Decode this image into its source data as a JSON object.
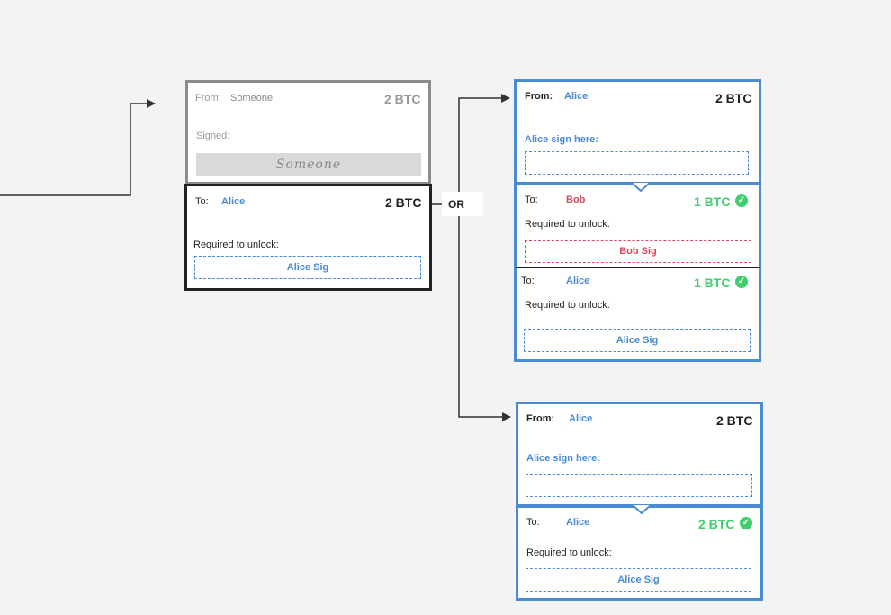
{
  "source_tx": {
    "from_label": "From:",
    "from_name": "Someone",
    "amount": "2 BTC",
    "signed_label": "Signed:",
    "signature": "Someone",
    "output": {
      "to_label": "To:",
      "to_name": "Alice",
      "amount": "2 BTC",
      "required_label": "Required to unlock:",
      "sig": "Alice Sig"
    }
  },
  "or_label": "OR",
  "tx_a": {
    "from_label": "From:",
    "from_name": "Alice",
    "amount": "2 BTC",
    "sign_here": "Alice sign here:",
    "outputs": [
      {
        "to_label": "To:",
        "to_name": "Bob",
        "amount": "1 BTC",
        "required_label": "Required to unlock:",
        "sig": "Bob Sig"
      },
      {
        "to_label": "To:",
        "to_name": "Alice",
        "amount": "1 BTC",
        "required_label": "Required to unlock:",
        "sig": "Alice Sig"
      }
    ]
  },
  "tx_b": {
    "from_label": "From:",
    "from_name": "Alice",
    "amount": "2 BTC",
    "sign_here": "Alice sign here:",
    "output": {
      "to_label": "To:",
      "to_name": "Alice",
      "amount": "2 BTC",
      "required_label": "Required to unlock:",
      "sig": "Alice Sig"
    }
  },
  "colors": {
    "blue": "#4a8bd3",
    "green": "#3fcf6c",
    "red": "#d9455c",
    "gray_border": "#8c8c8c",
    "dark_border": "#222222"
  },
  "icons": [
    "check-icon",
    "arrow-right-icon"
  ]
}
